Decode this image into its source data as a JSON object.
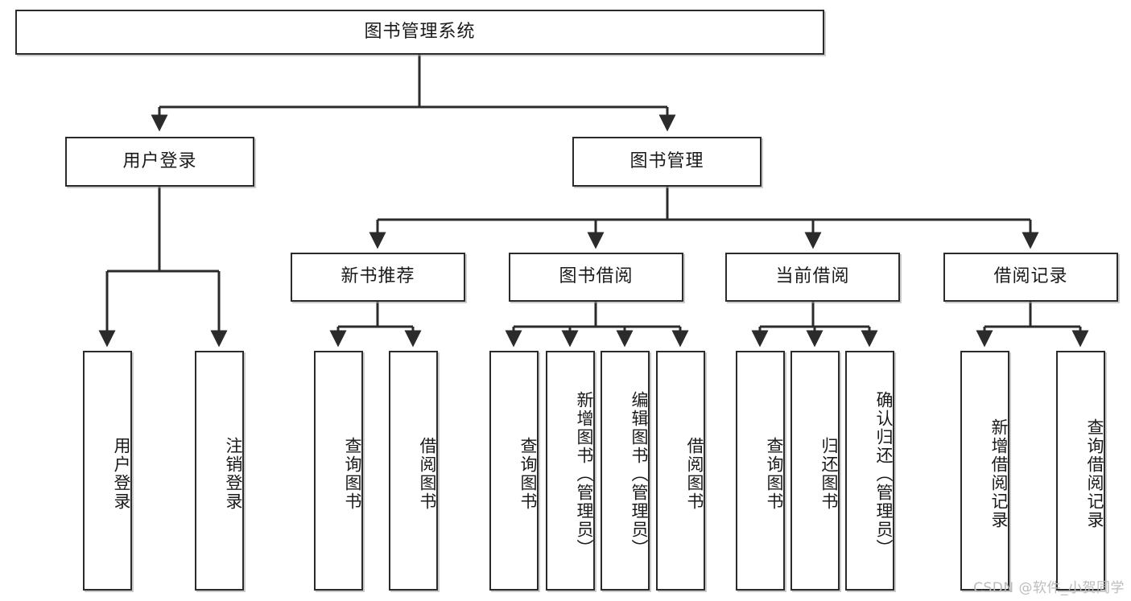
{
  "diagram": {
    "title": "图书管理系统",
    "type": "tree-hierarchy",
    "levels": {
      "root": {
        "label": "图书管理系统"
      },
      "level2": [
        {
          "id": "user-login",
          "label": "用户登录"
        },
        {
          "id": "book-management",
          "label": "图书管理"
        }
      ],
      "level3": [
        {
          "id": "new-book-recommend",
          "label": "新书推荐",
          "parent": "book-management"
        },
        {
          "id": "book-borrow",
          "label": "图书借阅",
          "parent": "book-management"
        },
        {
          "id": "current-borrow",
          "label": "当前借阅",
          "parent": "book-management"
        },
        {
          "id": "borrow-record",
          "label": "借阅记录",
          "parent": "book-management"
        }
      ],
      "leaves": [
        {
          "id": "leaf-user-login",
          "label": "用户登录",
          "parent": "user-login"
        },
        {
          "id": "leaf-logout-login",
          "label": "注销登录",
          "parent": "user-login"
        },
        {
          "id": "leaf-query-book-1",
          "label": "查询图书",
          "parent": "new-book-recommend"
        },
        {
          "id": "leaf-borrow-book-1",
          "label": "借阅图书",
          "parent": "new-book-recommend"
        },
        {
          "id": "leaf-query-book-2",
          "label": "查询图书",
          "parent": "book-borrow"
        },
        {
          "id": "leaf-add-book",
          "label": "新增图书（管理员）",
          "parent": "book-borrow"
        },
        {
          "id": "leaf-edit-book",
          "label": "编辑图书（管理员）",
          "parent": "book-borrow"
        },
        {
          "id": "leaf-borrow-book-2",
          "label": "借阅图书",
          "parent": "book-borrow"
        },
        {
          "id": "leaf-query-book-3",
          "label": "查询图书",
          "parent": "current-borrow"
        },
        {
          "id": "leaf-return-book",
          "label": "归还图书",
          "parent": "current-borrow"
        },
        {
          "id": "leaf-confirm-return",
          "label": "确认归还（管理员）",
          "parent": "current-borrow"
        },
        {
          "id": "leaf-add-record",
          "label": "新增借阅记录",
          "parent": "borrow-record"
        },
        {
          "id": "leaf-query-record",
          "label": "查询借阅记录",
          "parent": "borrow-record"
        }
      ]
    },
    "colors": {
      "stroke": "#2b2b2b",
      "fill": "#ffffff",
      "text": "#1a1a1a",
      "watermark": "#bcbcbc"
    }
  },
  "watermark": {
    "text": "CSDN @软件_小贺同学"
  }
}
